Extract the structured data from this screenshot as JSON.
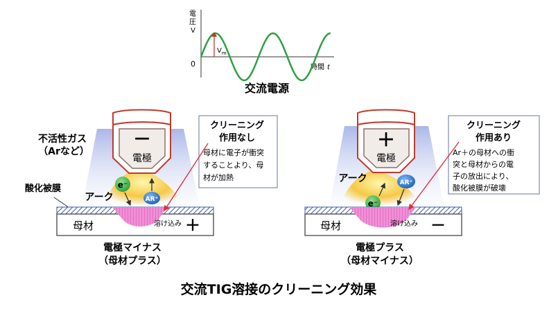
{
  "waveform": {
    "y_axis_label_1": "電",
    "y_axis_label_2": "圧",
    "y_axis_unit": "V",
    "origin_label": "0",
    "peak_label": "V",
    "peak_subscript": "m",
    "x_axis_label": "時間",
    "x_axis_var": "t",
    "caption": "交流電源"
  },
  "left_panel": {
    "gas_label_1": "不活性ガス",
    "gas_label_2": "（Arなど）",
    "oxide_label": "酸化被膜",
    "electrode_sign": "－",
    "electrode_label": "電極",
    "arc_label": "アーク",
    "electron_label": "e⁻",
    "ion_label": "AR⁺",
    "base_label": "母材",
    "melt_label": "溶け込み",
    "base_sign": "＋",
    "callout_title_1": "クリーニング",
    "callout_title_2": "作用なし",
    "callout_body_1": "母材に電子が衝突",
    "callout_body_2": "することより、母",
    "callout_body_3": "材が加熱",
    "caption_1": "電極マイナス",
    "caption_2": "（母材プラス）"
  },
  "right_panel": {
    "electrode_sign": "＋",
    "electrode_label": "電極",
    "arc_label": "アーク",
    "electron_label": "e⁻",
    "ion_label": "AR⁺",
    "base_label": "母材",
    "melt_label": "溶け込み",
    "base_sign": "－",
    "callout_title_1": "クリーニング",
    "callout_title_2": "作用あり",
    "callout_body_1": "Ar＋の母材への衝",
    "callout_body_2": "突と母材からの電",
    "callout_body_3": "子の放出により、",
    "callout_body_4": "酸化被膜が破壊",
    "caption_1": "電極プラス",
    "caption_2": "（母材マイナス）"
  },
  "title": "交流TIG溶接のクリーニング効果",
  "colors": {
    "wave": "#2ea043",
    "electrode_outline": "#c0392b",
    "gas": "#b8c4ec",
    "arc": "#f5c542",
    "electron": "#3bb54a",
    "ion": "#1f6fd1",
    "melt": "#e874c8",
    "callout_line": "#e0303a",
    "oxide": "#3a5aa8"
  }
}
